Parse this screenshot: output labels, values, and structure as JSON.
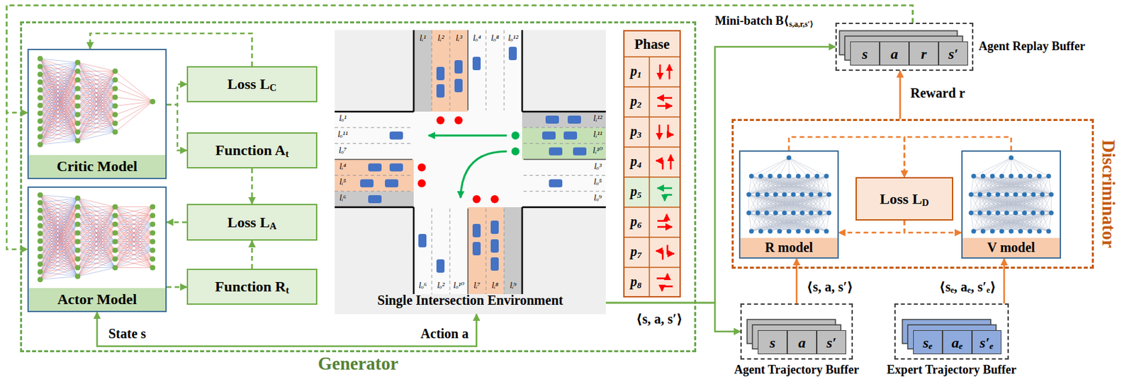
{
  "diagram": {
    "nodes": [
      {
        "text": [
          "Generator"
        ]
      },
      {
        "text": [
          "Critic Model"
        ],
        "in": 0
      },
      {
        "text": [
          "Actor Model"
        ],
        "in": 0
      },
      {
        "text": [
          "Loss LC"
        ],
        "in": 0
      },
      {
        "text": [
          "Function At"
        ],
        "in": 0
      },
      {
        "text": [
          "Loss LA"
        ],
        "in": 0
      },
      {
        "text": [
          "Function Rt"
        ],
        "in": 0
      },
      {
        "text": [
          "Single Intersection Environment"
        ],
        "in": 0
      },
      {
        "text": [
          "Phase"
        ],
        "in": 0
      },
      {
        "text": [
          "s",
          "a",
          "r",
          "s′",
          "Agent Replay Buffer"
        ]
      },
      {
        "text": [
          "Discriminator"
        ]
      },
      {
        "text": [
          "R model"
        ],
        "in": 10
      },
      {
        "text": [
          "Loss LD"
        ],
        "in": 10
      },
      {
        "text": [
          "V model"
        ],
        "in": 10
      },
      {
        "text": [
          "s",
          "a",
          "s′",
          "Agent Trajectory Buffer"
        ]
      },
      {
        "text": [
          "sₑ",
          "aₑ",
          "s′ₑ",
          "Expert Trajectory Buffer"
        ]
      }
    ],
    "edges": [
      {
        "from": 1,
        "to": 3,
        "arrow": "to"
      },
      {
        "from": 1,
        "to": 4,
        "arrow": "to"
      },
      {
        "from": 3,
        "to": 1,
        "arrow": "to"
      },
      {
        "from": 4,
        "to": 5,
        "arrow": "to"
      },
      {
        "from": 6,
        "to": 5,
        "arrow": "to"
      },
      {
        "from": 5,
        "to": 2,
        "arrow": "to"
      },
      {
        "from": 2,
        "to": 6,
        "arrow": "to"
      },
      {
        "from": 2,
        "to": 7,
        "arrow": "both"
      },
      {
        "from": 7,
        "to": 9,
        "arrow": "to"
      },
      {
        "from": 7,
        "to": 14,
        "label": "⟨s, a, s′⟩",
        "arrow": "to"
      },
      {
        "from": 9,
        "to": 1,
        "arrow": "to"
      },
      {
        "from": 9,
        "to": 2,
        "arrow": "to"
      },
      {
        "from": 10,
        "to": 9,
        "label": "Reward r",
        "arrow": "to"
      },
      {
        "from": 11,
        "to": 12,
        "arrow": "to"
      },
      {
        "from": 13,
        "to": 12,
        "arrow": "to"
      },
      {
        "from": 12,
        "to": 11,
        "arrow": "to"
      },
      {
        "from": 12,
        "to": 13,
        "arrow": "to"
      },
      {
        "from": 14,
        "to": 11,
        "label": "⟨s, a, s′⟩",
        "arrow": "to"
      },
      {
        "from": 15,
        "to": 13,
        "label": "⟨sₑ, aₑ, s′ₑ⟩",
        "arrow": "to"
      }
    ],
    "labels": [
      "Mini-batch B⟨s,a,r,s′⟩",
      "State s",
      "Action a",
      "p1",
      "p2",
      "p3",
      "p4",
      "p5",
      "p6",
      "p7",
      "p8",
      "lᵢ¹",
      "lᵢ²",
      "lᵢ³",
      "lₒ⁴",
      "lₒ⁸",
      "lₒ¹²",
      "lₒ⁶",
      "lₒ²",
      "lₒ¹⁰",
      "lᵢ⁷",
      "lᵢ⁸",
      "lᵢ⁹",
      "lₒ¹",
      "lₒ¹¹",
      "lₒ⁷",
      "lᵢ⁴",
      "lᵢ⁵",
      "lᵢ⁶",
      "lᵢ¹²",
      "lᵢ¹¹",
      "lᵢ¹⁰",
      "lₒ³",
      "lₒ⁵",
      "lₒ⁹"
    ]
  }
}
